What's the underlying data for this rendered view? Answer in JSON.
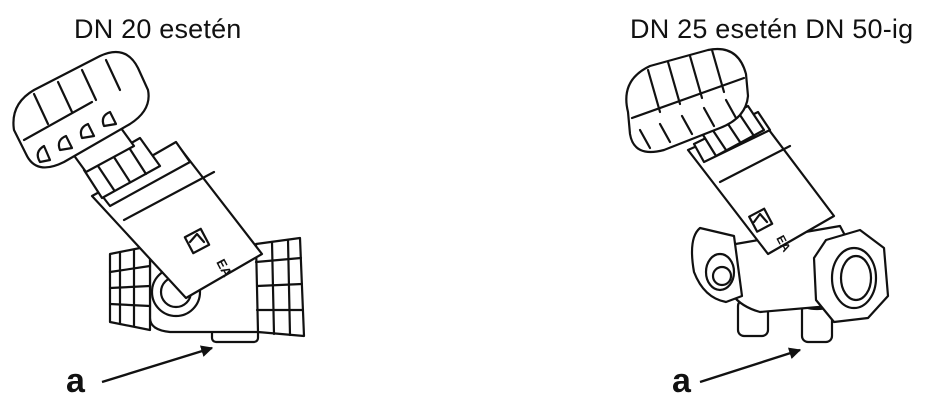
{
  "captions": {
    "left": "DN 20 esetén",
    "right": "DN 25 esetén DN 50-ig"
  },
  "pointer_labels": {
    "left": "a",
    "right": "a"
  },
  "valve_markings": {
    "left": "EA",
    "right": "EA"
  },
  "colors": {
    "line": "#111111",
    "fill": "#ffffff"
  }
}
